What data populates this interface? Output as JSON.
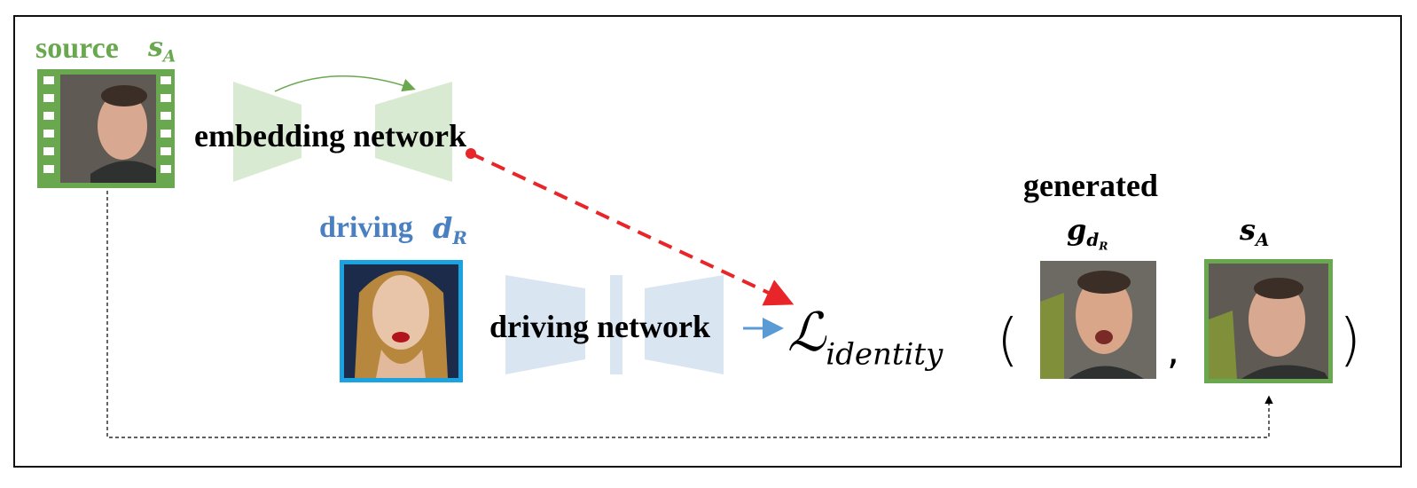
{
  "labels": {
    "source": "source",
    "embedding_network": "embedding network",
    "driving": "driving",
    "driving_network": "driving network",
    "generated": "generated"
  },
  "math": {
    "source_symbol": "s",
    "source_sub": "A",
    "driving_symbol": "d",
    "driving_sub": "R",
    "generated_symbol": "g",
    "generated_sub": "d",
    "generated_subsub": "R",
    "target_symbol": "s",
    "target_sub": "A",
    "loss_symbol": "ℒ",
    "loss_sub": "identity",
    "open_paren": "(",
    "comma": ",",
    "close_paren": ")"
  },
  "colors": {
    "source_green": "#6aa84f",
    "driving_blue": "#4a7fc1",
    "embedding_fill": "#d9ead3",
    "driving_fill": "#dae5f2",
    "red_arrow": "#e8262a",
    "blue_arrow": "#5b9bd5",
    "driving_border": "#1aa3e0"
  },
  "icons": {
    "source_image": "film-strip-face-icon",
    "driving_image": "face-photo-icon",
    "generated_image": "face-photo-icon",
    "target_image": "face-photo-icon"
  }
}
